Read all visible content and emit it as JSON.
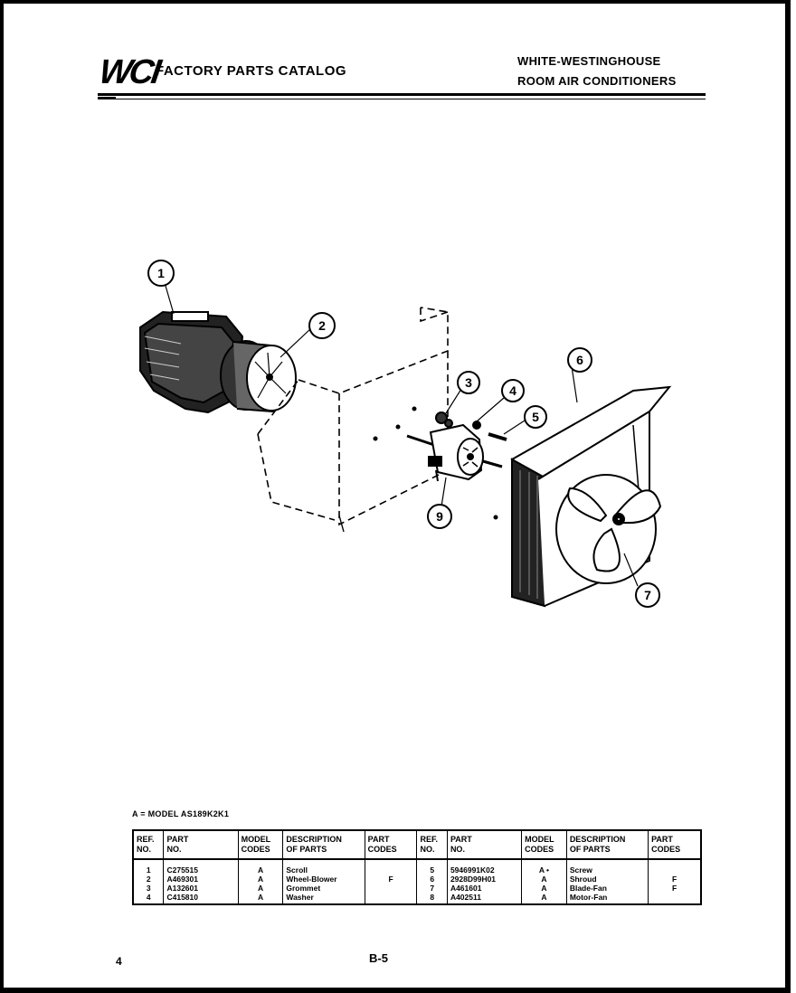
{
  "header": {
    "logo": "WCI",
    "catalog_title": "FACTORY PARTS CATALOG",
    "brand_line1": "WHITE-WESTINGHOUSE",
    "brand_line2": "ROOM AIR CONDITIONERS"
  },
  "diagram": {
    "callouts": [
      "1",
      "2",
      "3",
      "4",
      "5",
      "6",
      "7",
      "9"
    ],
    "icon": "exploded-fan-motor-assembly"
  },
  "model_note": "A = MODEL AS189K2K1",
  "table": {
    "headers": {
      "ref": [
        "REF.",
        "NO."
      ],
      "part": [
        "PART",
        "NO."
      ],
      "model": [
        "MODEL",
        "CODES"
      ],
      "desc": [
        "DESCRIPTION",
        "OF PARTS"
      ],
      "code": [
        "PART",
        "CODES"
      ]
    },
    "left_rows": [
      {
        "ref": "1",
        "part": "C275515",
        "model": "A",
        "desc": "Scroll",
        "code": ""
      },
      {
        "ref": "2",
        "part": "A469301",
        "model": "A",
        "desc": "Wheel-Blower",
        "code": "F"
      },
      {
        "ref": "3",
        "part": "A132601",
        "model": "A",
        "desc": "Grommet",
        "code": ""
      },
      {
        "ref": "4",
        "part": "C415810",
        "model": "A",
        "desc": "Washer",
        "code": ""
      }
    ],
    "right_rows": [
      {
        "ref": "5",
        "part": "5946991K02",
        "model": "A   •",
        "desc": "Screw",
        "code": ""
      },
      {
        "ref": "6",
        "part": "2928D99H01",
        "model": "A",
        "desc": "Shroud",
        "code": "F"
      },
      {
        "ref": "7",
        "part": "A461601",
        "model": "A",
        "desc": "Blade-Fan",
        "code": "F"
      },
      {
        "ref": "8",
        "part": "A402511",
        "model": "A",
        "desc": "Motor-Fan",
        "code": ""
      }
    ]
  },
  "footer": {
    "page_number": "4",
    "page_ref": "B-5"
  }
}
